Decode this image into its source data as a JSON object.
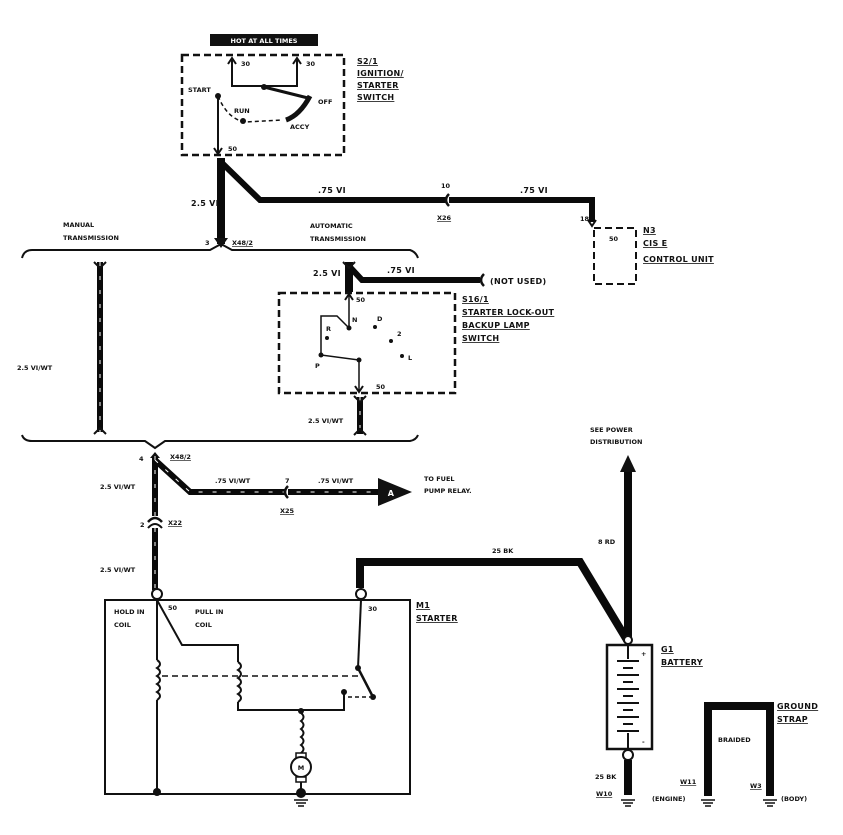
{
  "diagram": {
    "title": "Starting System Wiring Diagram",
    "ignition_switch": {
      "banner": "HOT AT ALL TIMES",
      "ref": "S2/1",
      "name_lines": [
        "IGNITION/",
        "STARTER",
        "SWITCH"
      ],
      "terminals": [
        "30",
        "30",
        "50"
      ],
      "positions": [
        "START",
        "RUN",
        "OFF",
        "ACCY"
      ]
    },
    "wires": {
      "ign_to_x48_top": "2.5 VI",
      "ign_to_x26": ".75 VI",
      "x26_to_n3": ".75 VI",
      "auto_in": "2.5 VI",
      "auto_not_used": ".75 VI",
      "manual_bridge": "2.5 VI/WT",
      "auto_out": "2.5 VI/WT",
      "x48_bottom_to_x22": "2.5 VI/WT",
      "fuel_pump_a": ".75 VI/WT",
      "fuel_pump_b": ".75 VI/WT",
      "x22_to_starter": "2.5 VI/WT",
      "battery_to_starter": "25 BK",
      "battery_to_power": "8 RD",
      "battery_ground": "25 BK"
    },
    "connectors": {
      "x26": {
        "ref": "X26",
        "pin": "10"
      },
      "x48_top": {
        "ref": "X48/2",
        "pin": "3"
      },
      "x48_bottom": {
        "ref": "X48/2",
        "pin": "4"
      },
      "x25": {
        "ref": "X25",
        "pin": "7"
      },
      "x22": {
        "ref": "X22",
        "pin": "2"
      }
    },
    "control_unit": {
      "ref": "N3",
      "name": "CIS E",
      "name2": "CONTROL UNIT",
      "pin_outside": "18",
      "pin_inside": "50"
    },
    "sections": {
      "manual": [
        "MANUAL",
        "TRANSMISSION"
      ],
      "automatic": [
        "AUTOMATIC",
        "TRANSMISSION"
      ]
    },
    "lockout_switch": {
      "ref": "S16/1",
      "name_lines": [
        "STARTER LOCK-OUT",
        "BACKUP LAMP",
        "SWITCH"
      ],
      "terminal_top": "50",
      "terminal_bottom": "50",
      "positions": [
        "N",
        "D",
        "R",
        "P",
        "2",
        "L"
      ],
      "not_used": "(NOT USED)"
    },
    "fuel_pump": {
      "marker": "A",
      "dest_lines": [
        "TO FUEL",
        "PUMP RELAY."
      ]
    },
    "power": {
      "dest_lines": [
        "SEE POWER",
        "DISTRIBUTION"
      ]
    },
    "starter": {
      "ref": "M1",
      "name": "STARTER",
      "hold_coil": [
        "HOLD IN",
        "COIL"
      ],
      "pull_coil": [
        "PULL IN",
        "COIL"
      ],
      "terminal_50": "50",
      "terminal_30": "30",
      "motor": "M"
    },
    "battery": {
      "ref": "G1",
      "name": "BATTERY",
      "plus": "+",
      "minus": "-",
      "ground_ref": "W10"
    },
    "ground_strap": {
      "name_lines": [
        "GROUND",
        "STRAP"
      ],
      "type": "BRAIDED",
      "left_ref": "W11",
      "left_loc": "(ENGINE)",
      "right_ref": "W3",
      "right_loc": "(BODY)"
    }
  }
}
